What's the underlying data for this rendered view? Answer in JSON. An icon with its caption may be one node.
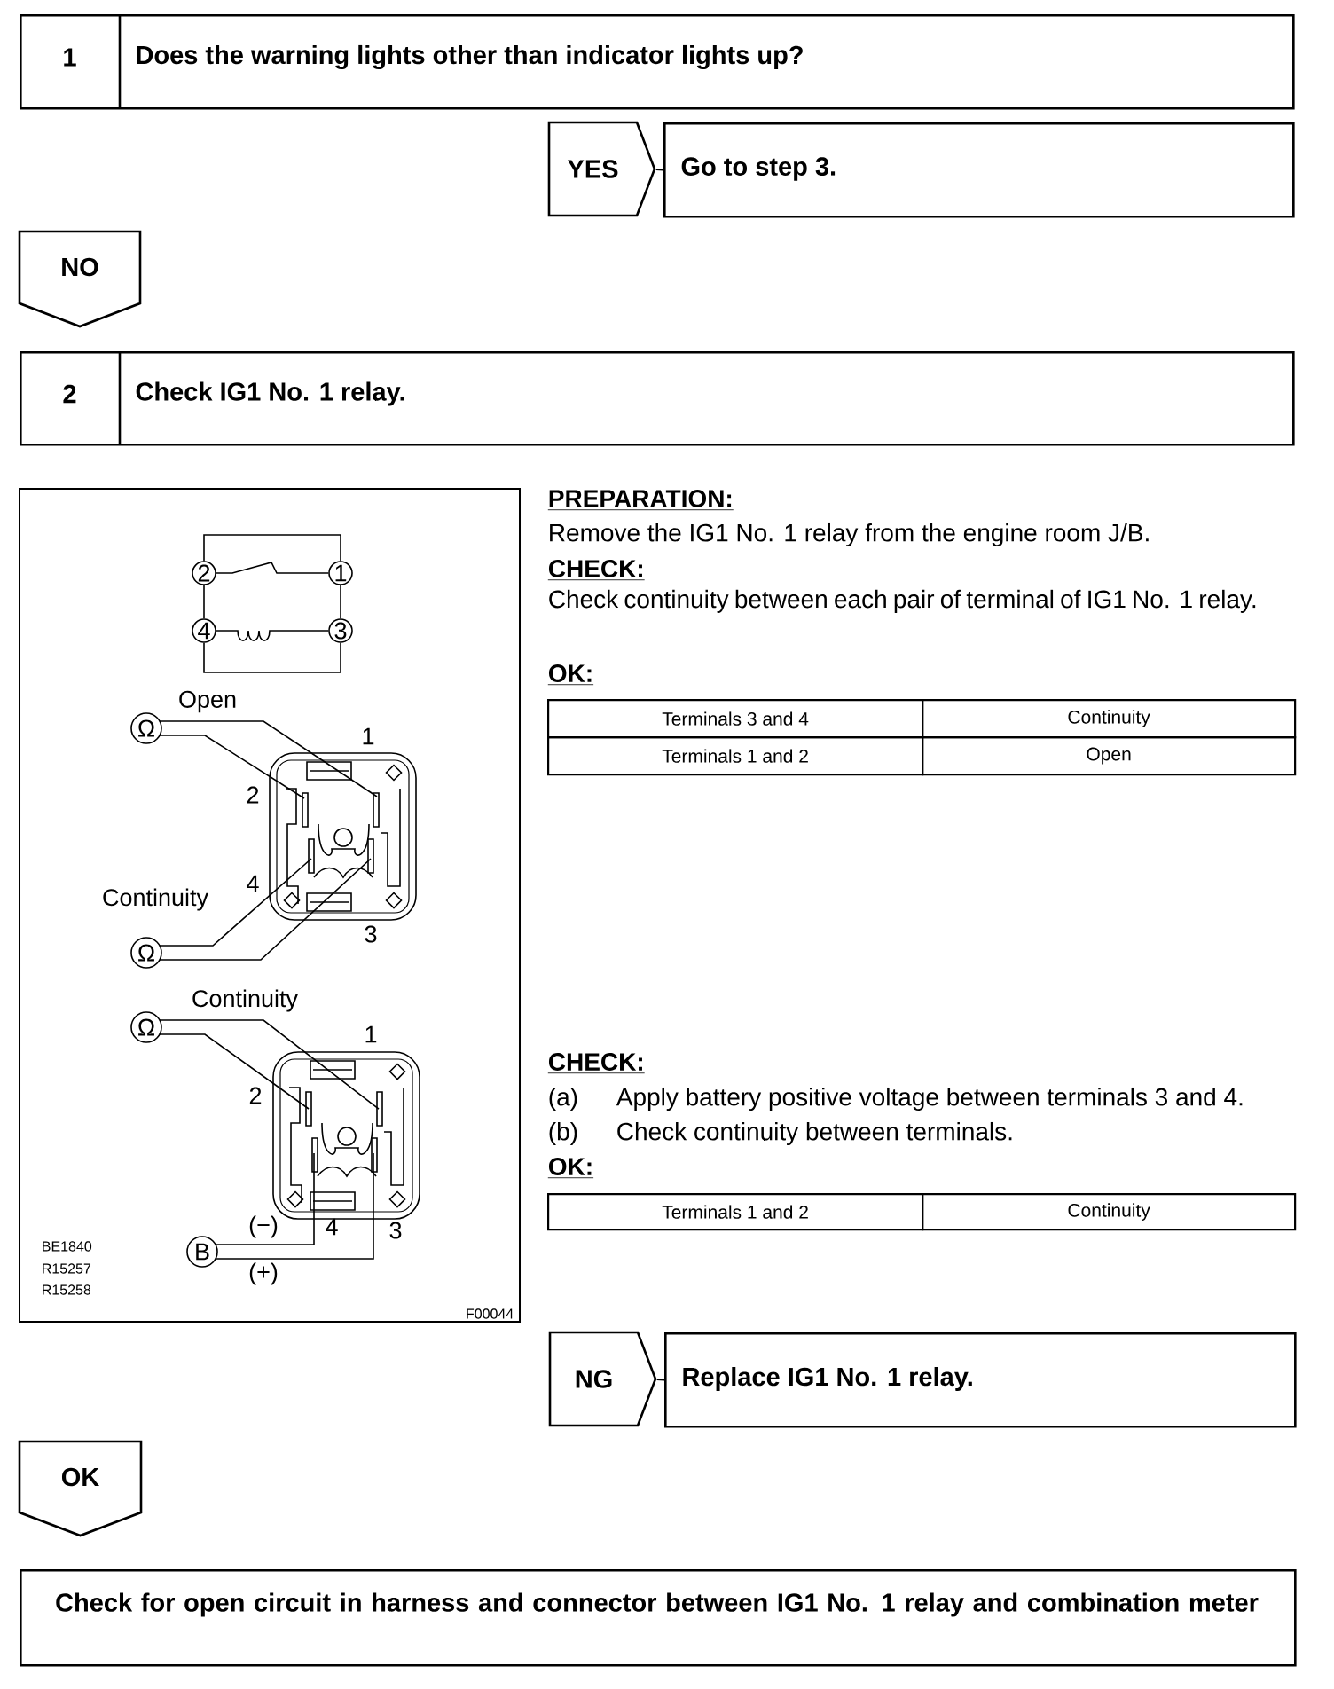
{
  "diagram": {
    "nodes": [
      {
        "text": [
          "1",
          "Does the warning lights other than indicator lights up?"
        ]
      },
      {
        "text": [
          "YES"
        ]
      },
      {
        "text": [
          "Go to step 3."
        ]
      },
      {
        "text": [
          "NO"
        ]
      },
      {
        "text": [
          "2",
          "Check IG1 No. 1 relay."
        ]
      },
      {
        "text": [
          "NG"
        ]
      },
      {
        "text": [
          "Replace IG1 No. 1 relay."
        ]
      },
      {
        "text": [
          "OK"
        ]
      },
      {
        "text": [
          "Check for open circuit in harness and connector between IG1 No. 1 relay and combination meter"
        ]
      },
      {
        "text": [
          "2"
        ]
      },
      {
        "text": [
          "1"
        ]
      },
      {
        "text": [
          "4"
        ]
      },
      {
        "text": [
          "3"
        ]
      },
      {
        "text": [
          "Ω"
        ]
      },
      {
        "text": [],
        "shape": "picture"
      },
      {
        "text": [
          "Ω"
        ]
      },
      {
        "text": [
          "Ω"
        ]
      },
      {
        "text": [],
        "shape": "picture"
      },
      {
        "text": [
          "B"
        ]
      }
    ],
    "edges": [
      {
        "from": 9,
        "to": 10,
        "arrow": "none"
      },
      {
        "from": 11,
        "to": 12,
        "arrow": "none"
      },
      {
        "from": 9,
        "to": 10,
        "arrow": "none"
      },
      {
        "from": 11,
        "to": 12,
        "arrow": "none"
      },
      {
        "from": 9,
        "to": 11,
        "arrow": "none"
      },
      {
        "from": 10,
        "to": 12,
        "arrow": "none"
      },
      {
        "from": 13,
        "to": 14,
        "arrow": "none"
      },
      {
        "from": 13,
        "to": 14,
        "arrow": "none"
      },
      {
        "from": 15,
        "to": 14,
        "arrow": "none"
      },
      {
        "from": 15,
        "to": 14,
        "arrow": "none"
      },
      {
        "from": 16,
        "to": 17,
        "arrow": "none"
      },
      {
        "from": 16,
        "to": 17,
        "arrow": "none"
      },
      {
        "from": 18,
        "to": 17,
        "arrow": "none"
      },
      {
        "from": 18,
        "to": 17,
        "arrow": "none"
      },
      {
        "from": 1,
        "to": 2,
        "arrow": "none"
      },
      {
        "from": 5,
        "to": 6,
        "arrow": "none"
      }
    ],
    "labels": [
      "Open",
      "1",
      "2",
      "4",
      "Continuity",
      "3",
      "Continuity",
      "1",
      "2",
      "(−)",
      "4",
      "3",
      "(+)",
      "BE1840",
      "R15257",
      "R15258",
      "F00044",
      "PREPARATION:",
      "Remove the IG1 No. 1 relay from the engine room J/B.",
      "CHECK:",
      "Check continuity between each pair of terminal of IG1 No. 1 relay.",
      "OK:",
      "Terminals 3 and 4",
      "Continuity",
      "Terminals 1 and 2",
      "Open",
      "CHECK:",
      "(a)",
      "Apply battery positive voltage between terminals 3 and 4.",
      "(b)",
      "Check continuity between terminals.",
      "OK:",
      "Terminals 1 and 2",
      "Continuity"
    ]
  }
}
